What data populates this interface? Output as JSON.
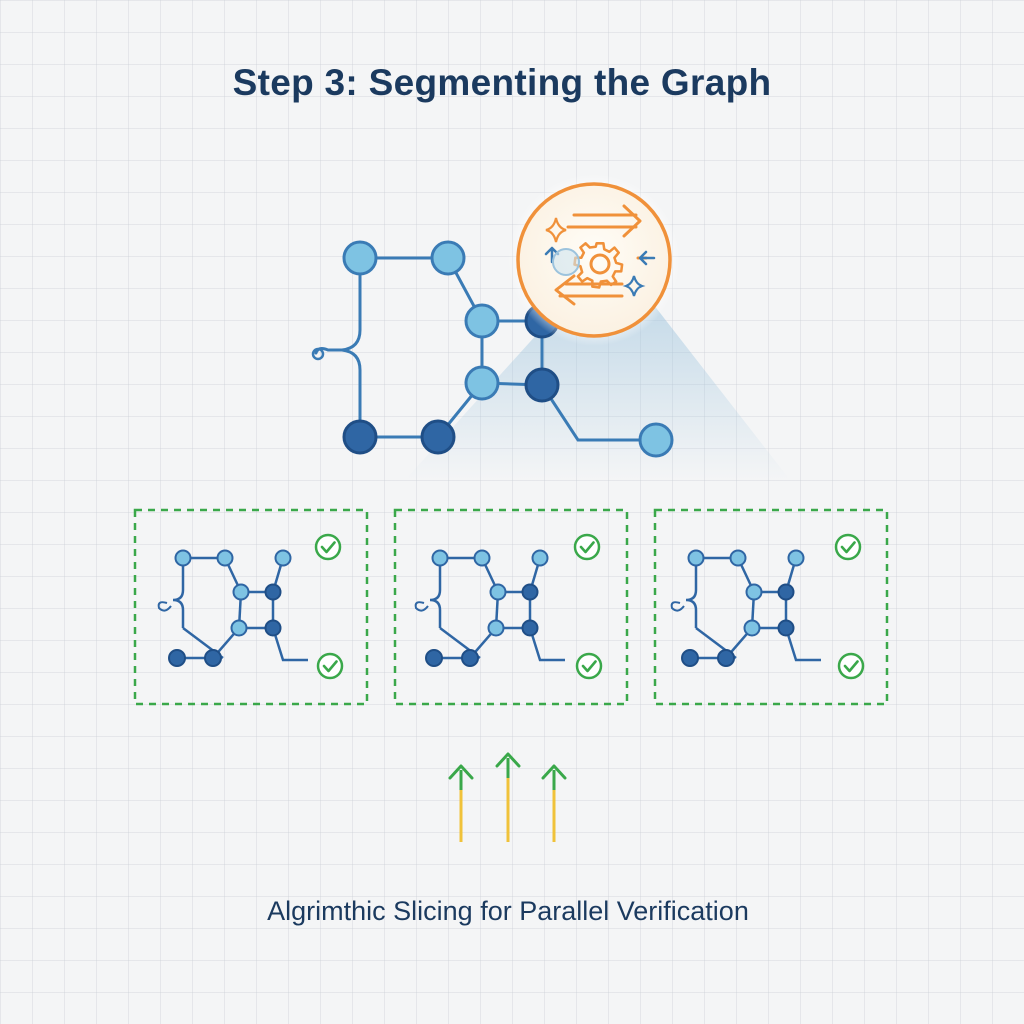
{
  "title": "Step 3: Segmenting the Graph",
  "caption": "Algrimthic Slicing for Parallel Verification",
  "icons": {
    "processor": "gear-arrows-icon",
    "check": "check-circle-icon",
    "arrow": "arrow-up-icon"
  },
  "colors": {
    "node_light": "#7ec3e3",
    "node_dark": "#2f66a4",
    "edge": "#3a7bb5",
    "accent_orange": "#f0913a",
    "segment_border": "#3aa84a",
    "check_green": "#3aa84a",
    "arrow_yellow": "#f0c23a",
    "title_text": "#1b3a5f"
  },
  "segments": [
    {
      "checks": 2,
      "verified": true
    },
    {
      "checks": 2,
      "verified": true
    },
    {
      "checks": 2,
      "verified": true
    }
  ],
  "arrows_count": 3
}
